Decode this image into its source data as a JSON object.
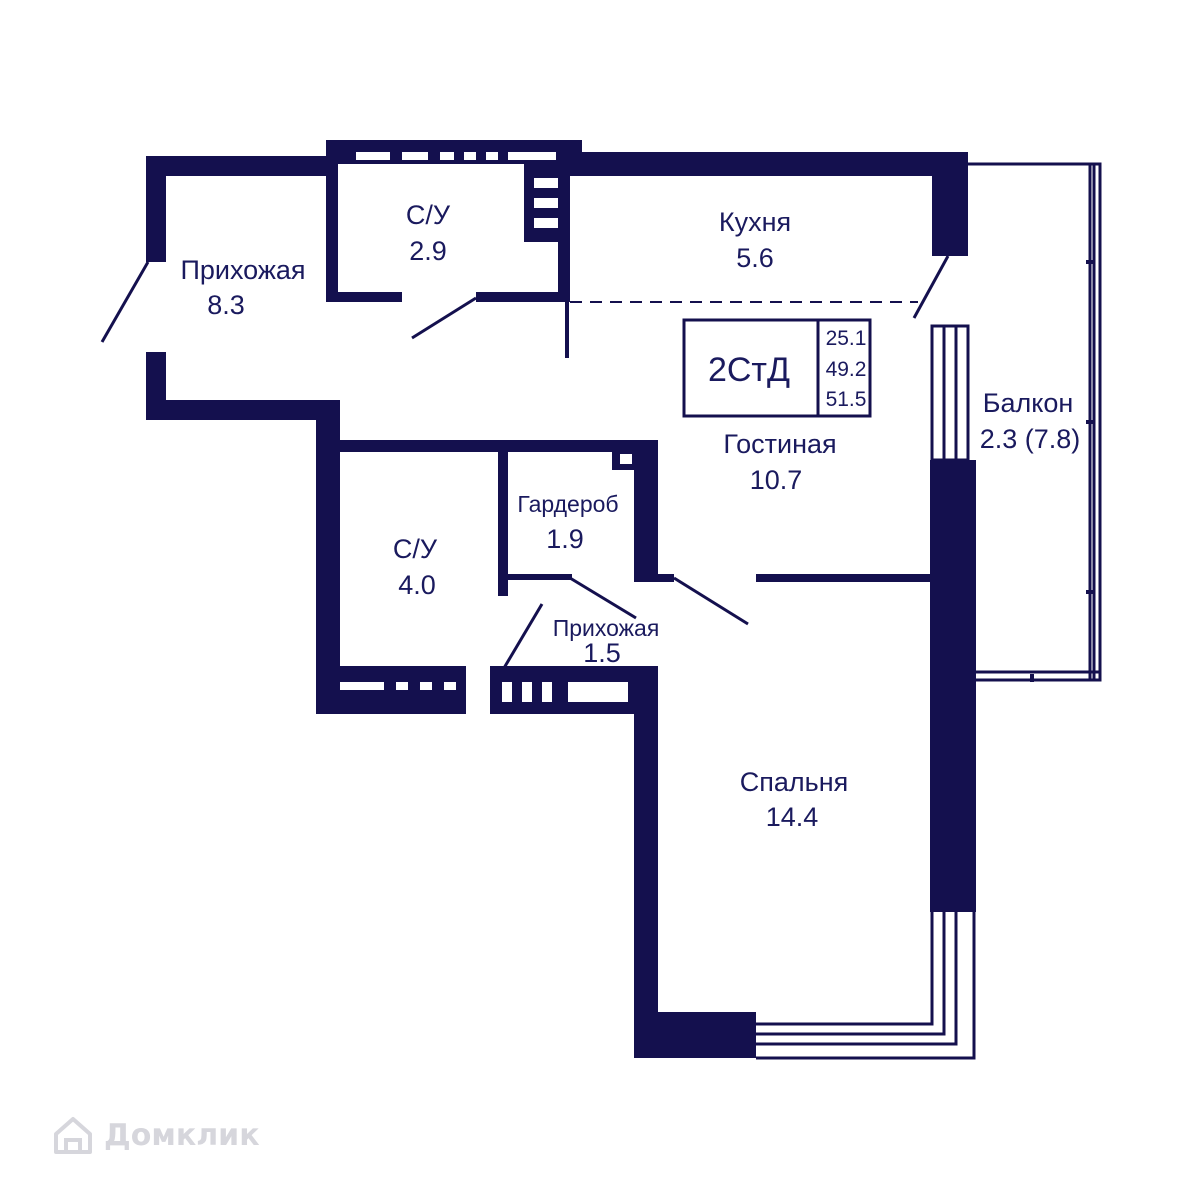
{
  "plan": {
    "apartment_code": "2СтД",
    "areas": [
      "25.1",
      "49.2",
      "51.5"
    ],
    "rooms": {
      "hallway_main": {
        "name": "Прихожая",
        "area": "8.3"
      },
      "bathroom_1": {
        "name": "С/У",
        "area": "2.9"
      },
      "kitchen": {
        "name": "Кухня",
        "area": "5.6"
      },
      "living": {
        "name": "Гостиная",
        "area": "10.7"
      },
      "balcony": {
        "name": "Балкон",
        "area": "2.3 (7.8)"
      },
      "bathroom_2": {
        "name": "С/У",
        "area": "4.0"
      },
      "wardrobe": {
        "name": "Гардероб",
        "area": "1.9"
      },
      "hallway_small": {
        "name": "Прихожая",
        "area": "1.5"
      },
      "bedroom": {
        "name": "Спальня",
        "area": "14.4"
      }
    }
  },
  "watermark": {
    "text": "Домклик",
    "icon": "house-icon"
  },
  "colors": {
    "wall": "#14104e",
    "text": "#1a1a5e",
    "watermark": "#d6d6dc"
  }
}
